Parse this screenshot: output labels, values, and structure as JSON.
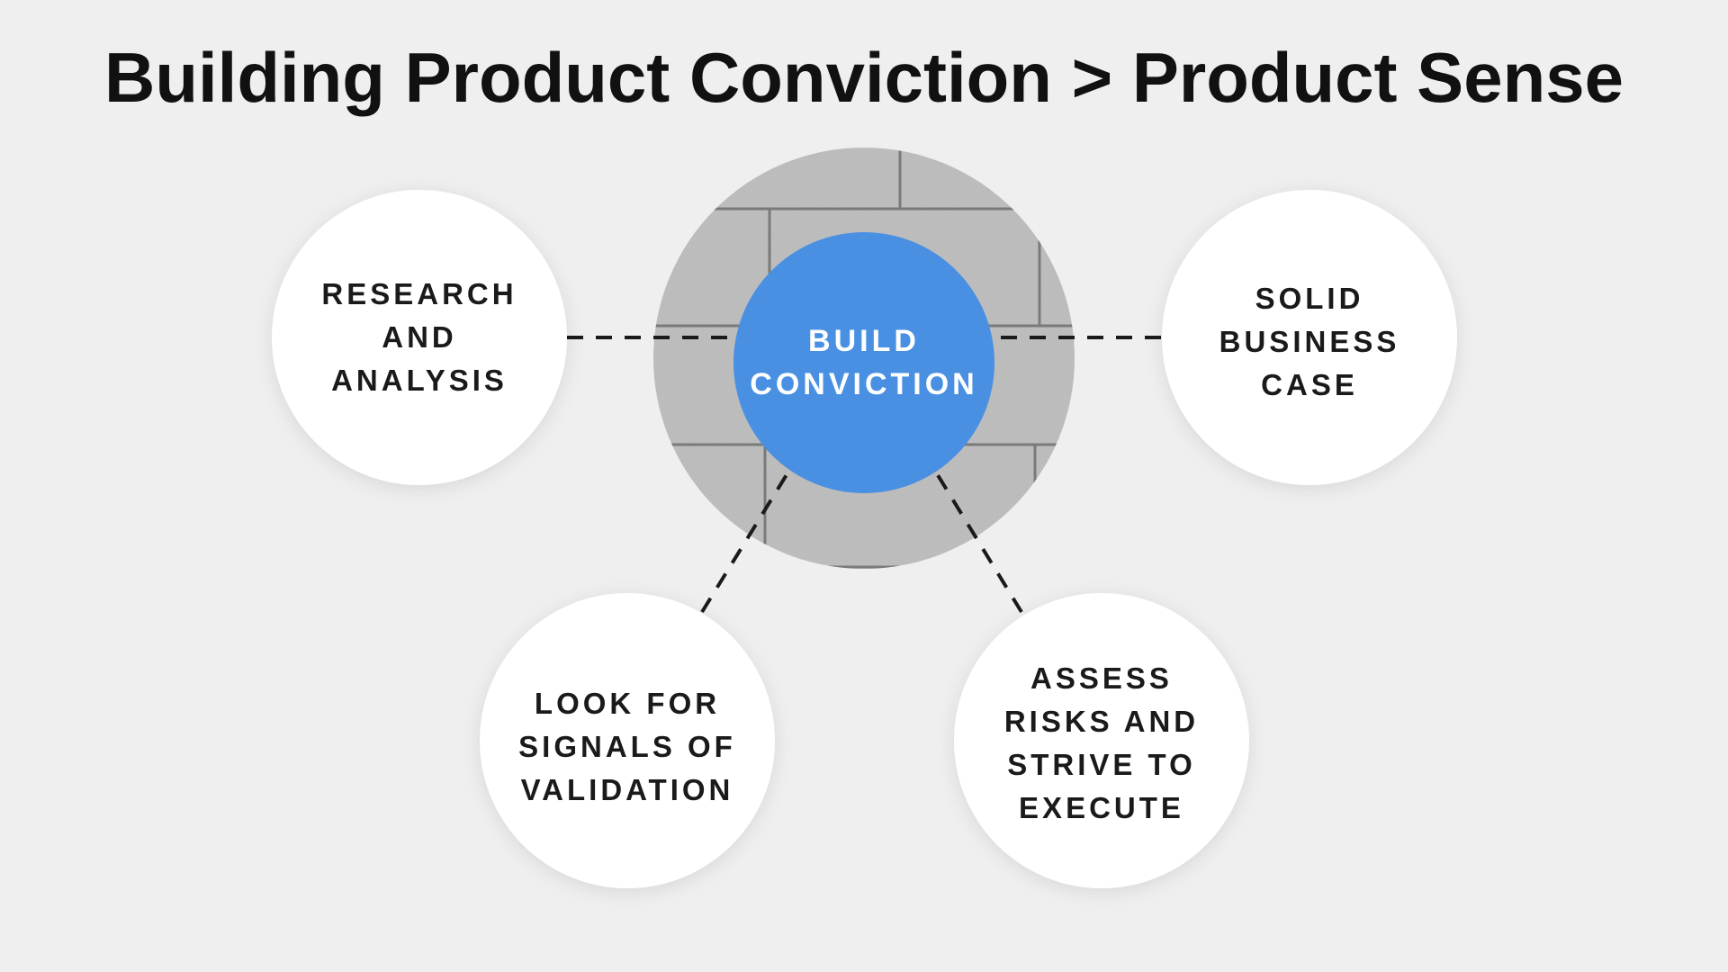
{
  "title": "Building Product Conviction > Product Sense",
  "center": {
    "label": "BUILD\nCONVICTION",
    "fill_color": "#4a90e2",
    "texture_icon": "stone-brick-texture"
  },
  "nodes": [
    {
      "id": "research",
      "label": "RESEARCH\nAND\nANALYSIS"
    },
    {
      "id": "business",
      "label": "SOLID\nBUSINESS\nCASE"
    },
    {
      "id": "signals",
      "label": "LOOK FOR\nSIGNALS OF\nVALIDATION"
    },
    {
      "id": "risks",
      "label": "ASSESS\nRISKS AND\nSTRIVE TO\nEXECUTE"
    }
  ],
  "colors": {
    "background": "#efefef",
    "node_fill": "#ffffff",
    "connector": "#1a1a1a",
    "text": "#111111"
  }
}
